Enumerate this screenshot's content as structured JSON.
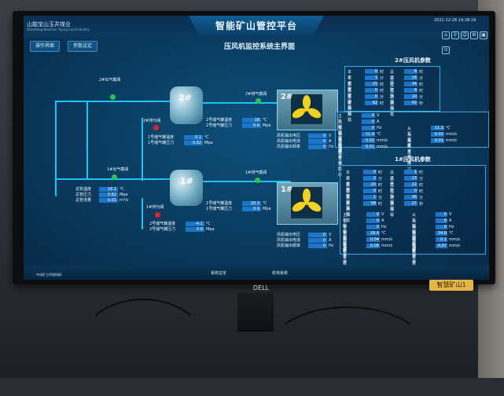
{
  "header": {
    "company": "山能宝山玉井煤业",
    "company_en": "Shandong Baoshan Yujing Coal Industry",
    "title": "智能矿山管控平台",
    "date": "2021-12-28",
    "time": "14:28:19"
  },
  "buttons": {
    "op": "操作界面",
    "settings": "参数设定"
  },
  "subtitle": "压风机监控系统主界面",
  "valves": {
    "v2_out": "2#出气截阀",
    "v2_drain": "2#排污阀",
    "v2_exhaust": "2#排气截阀",
    "v1_out": "1#出气截阀",
    "v1_drain": "1#排污阀",
    "v1_exhaust": "1#排气截阀"
  },
  "tanks": {
    "t2": "2#",
    "t1": "1#"
  },
  "compressors": {
    "c2": "2#",
    "c1": "1#"
  },
  "tank2_table": [
    {
      "label": "2号储气罐温度",
      "value": "18",
      "unit": "℃"
    },
    {
      "label": "2号储气罐压力",
      "value": "0.6",
      "unit": "Mpa"
    }
  ],
  "tank2_lower": [
    {
      "label": "1号储气罐温度",
      "value": "0.1",
      "unit": "℃"
    },
    {
      "label": "1号储气罐压力",
      "value": "0.62",
      "unit": "Mpa"
    }
  ],
  "tank1_table": [
    {
      "label": "1号储气罐温度",
      "value": "20.3",
      "unit": "℃"
    },
    {
      "label": "1号储气罐压力",
      "value": "0.6",
      "unit": "Mpa"
    }
  ],
  "tank1_lower": [
    {
      "label": "2号储气罐温度",
      "value": "-4.1",
      "unit": "℃"
    },
    {
      "label": "2号储气罐压力",
      "value": "0.6",
      "unit": "Mpa"
    }
  ],
  "main_pipe_table": [
    {
      "label": "总管温度",
      "value": "16.1",
      "unit": "℃"
    },
    {
      "label": "总管压力",
      "value": "0.62",
      "unit": "Mpa"
    },
    {
      "label": "总管流量",
      "value": "0.01",
      "unit": "m³/s"
    }
  ],
  "comp2_elec": [
    {
      "label": "风机输出电压",
      "value": "0",
      "unit": "V"
    },
    {
      "label": "风机输出电流",
      "value": "0",
      "unit": "A"
    },
    {
      "label": "风机输出频率",
      "value": "0",
      "unit": "Hz"
    }
  ],
  "comp1_elec": [
    {
      "label": "风机输出电压",
      "value": "0",
      "unit": "V"
    },
    {
      "label": "风机输出电流",
      "value": "0",
      "unit": "A"
    },
    {
      "label": "风机输出频率",
      "value": "0",
      "unit": "Hz"
    }
  ],
  "fan2": {
    "title": "2#压风机参数",
    "runtime_left": [
      {
        "label": "本次运行",
        "value": "0",
        "unit": "时"
      },
      {
        "label": "本次运行",
        "value": "1",
        "unit": "分"
      },
      {
        "label": "本次运行",
        "value": "25",
        "unit": "时"
      },
      {
        "label": "本次加载",
        "value": "0",
        "unit": "时"
      },
      {
        "label": "本次加载",
        "value": "0",
        "unit": "分"
      },
      {
        "label": "本次加载",
        "value": "62",
        "unit": "时"
      }
    ],
    "runtime_right": [
      {
        "label": "总运行",
        "value": "8",
        "unit": "时"
      },
      {
        "label": "总运行",
        "value": "16",
        "unit": "分"
      },
      {
        "label": "总运行",
        "value": "34",
        "unit": "时"
      },
      {
        "label": "总加载",
        "value": "6",
        "unit": "时"
      },
      {
        "label": "总加载",
        "value": "10",
        "unit": "分"
      },
      {
        "label": "总加载",
        "value": "42",
        "unit": "秒"
      }
    ],
    "motor_left": [
      {
        "label": "主机输出电压",
        "value": "0",
        "unit": "V"
      },
      {
        "label": "主机输出电流",
        "value": "0",
        "unit": "A"
      },
      {
        "label": "主机输出频率",
        "value": "0",
        "unit": "Hz"
      },
      {
        "label": "主 机 温 度",
        "value": "11.9",
        "unit": "℃"
      },
      {
        "label": "主机水平振动",
        "value": "0.02",
        "unit": "mm/s"
      },
      {
        "label": "主机垂直振动",
        "value": "0.01",
        "unit": "mm/s"
      }
    ],
    "motor_right": [
      {
        "label": "从 机 温 度",
        "value": "11.3",
        "unit": "℃"
      },
      {
        "label": "从机水平振动",
        "value": "0.02",
        "unit": "mm/s"
      },
      {
        "label": "从机垂直振动",
        "value": "0.01",
        "unit": "mm/s"
      }
    ]
  },
  "fan1": {
    "title": "1#压风机参数",
    "runtime_left": [
      {
        "label": "本次运行",
        "value": "0",
        "unit": "时"
      },
      {
        "label": "本次运行",
        "value": "2",
        "unit": "分"
      },
      {
        "label": "本次运行",
        "value": "20",
        "unit": "时"
      },
      {
        "label": "本次加载",
        "value": "0",
        "unit": "时"
      },
      {
        "label": "本次加载",
        "value": "1",
        "unit": "分"
      },
      {
        "label": "本次加载",
        "value": "58",
        "unit": "时"
      }
    ],
    "runtime_right": [
      {
        "label": "总运行",
        "value": "1",
        "unit": "时"
      },
      {
        "label": "总运行",
        "value": "13",
        "unit": "分"
      },
      {
        "label": "总运行",
        "value": "22",
        "unit": "时"
      },
      {
        "label": "总加载",
        "value": "0",
        "unit": "时"
      },
      {
        "label": "总加载",
        "value": "36",
        "unit": "分"
      },
      {
        "label": "总加载",
        "value": "27",
        "unit": "秒"
      }
    ],
    "motor_left": [
      {
        "label": "主机输出电压",
        "value": "0",
        "unit": "V"
      },
      {
        "label": "主机输出电流",
        "value": "0",
        "unit": "A"
      },
      {
        "label": "主机输出频率",
        "value": "0",
        "unit": "Hz"
      },
      {
        "label": "主 机 温 度",
        "value": "28.4",
        "unit": "℃"
      },
      {
        "label": "主机水平振动",
        "value": "0.04",
        "unit": "mm/s"
      },
      {
        "label": "主机垂直振动",
        "value": "0.08",
        "unit": "mm/s"
      }
    ],
    "motor_right": [
      {
        "label": "从机输出电压",
        "value": "0",
        "unit": "V"
      },
      {
        "label": "从机输出电流",
        "value": "0",
        "unit": "A"
      },
      {
        "label": "从机输出频率",
        "value": "0",
        "unit": "Hz"
      },
      {
        "label": "从 机 温 度",
        "value": "34.8",
        "unit": "℃"
      },
      {
        "label": "从机水平振动",
        "value": "0.1",
        "unit": "mm/s"
      },
      {
        "label": "从机垂直振动",
        "value": "0.07",
        "unit": "mm/s"
      }
    ]
  },
  "footer": {
    "tab1": "系统总览",
    "tab2": "机电系统",
    "logo": "中化矿工环境科研"
  },
  "monitor_brand": "DELL",
  "sticker": "智慧矿山1",
  "icons": [
    "home-icon",
    "search-icon",
    "user-icon",
    "gear-icon",
    "expand-icon",
    "power-icon"
  ]
}
